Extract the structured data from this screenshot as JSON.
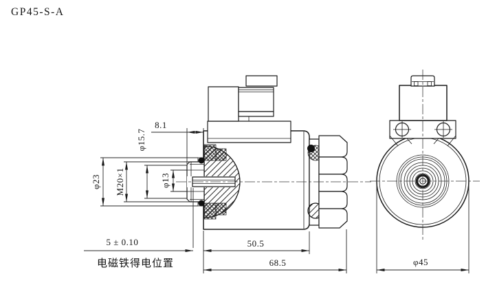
{
  "title": "GP45-S-A",
  "dimensions": {
    "d8_1": "8.1",
    "dia15_7": "φ15.7",
    "dia23": "φ23",
    "thread": "M20×1",
    "dia13": "φ13",
    "stroke5": "5 ± 0.10",
    "energized": "电磁铁得电位置",
    "len50_5": "50.5",
    "len68_5": "68.5",
    "dia45": "φ45"
  },
  "colors": {
    "line": "#1b1b1b",
    "background": "#ffffff"
  }
}
